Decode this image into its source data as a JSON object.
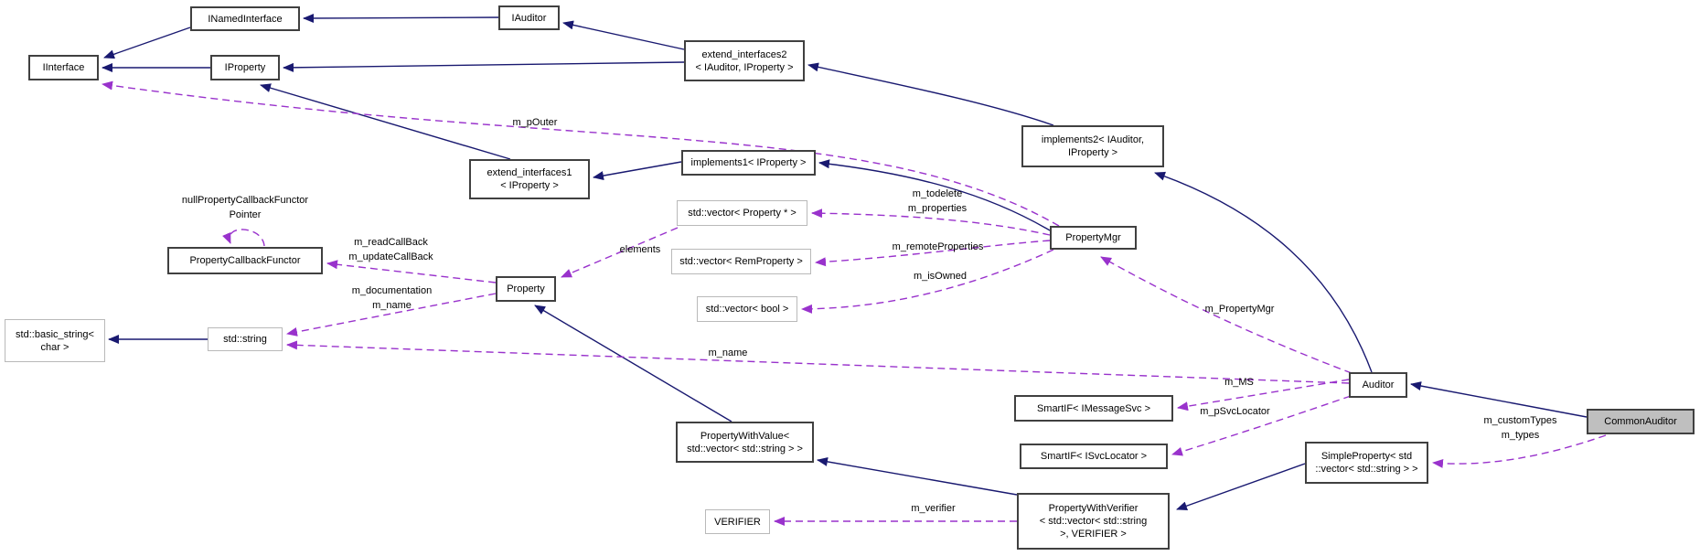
{
  "diagram": {
    "kind": "collaboration-graph",
    "colors": {
      "inheritance_edge": "#191970",
      "usage_edge": "#9932cc",
      "class_border": "#404040",
      "external_border": "#b9b9b9",
      "highlight_fill": "#bfbfbf",
      "background": "#ffffff"
    },
    "nodes": [
      {
        "id": "IInterface",
        "label": "IInterface",
        "kind": "class"
      },
      {
        "id": "INamedInterface",
        "label": "INamedInterface",
        "kind": "class"
      },
      {
        "id": "IAuditor",
        "label": "IAuditor",
        "kind": "class"
      },
      {
        "id": "IProperty",
        "label": "IProperty",
        "kind": "class"
      },
      {
        "id": "extend_interfaces2",
        "label": "extend_interfaces2\n< IAuditor, IProperty >",
        "kind": "class"
      },
      {
        "id": "implements2",
        "label": "implements2< IAuditor,\nIProperty >",
        "kind": "class"
      },
      {
        "id": "extend_interfaces1",
        "label": "extend_interfaces1\n< IProperty >",
        "kind": "class"
      },
      {
        "id": "implements1",
        "label": "implements1< IProperty >",
        "kind": "class"
      },
      {
        "id": "PropertyMgr",
        "label": "PropertyMgr",
        "kind": "class"
      },
      {
        "id": "vector_property",
        "label": "std::vector< Property * >",
        "kind": "external"
      },
      {
        "id": "vector_remproperty",
        "label": "std::vector< RemProperty >",
        "kind": "external"
      },
      {
        "id": "vector_bool",
        "label": "std::vector< bool >",
        "kind": "external"
      },
      {
        "id": "Property",
        "label": "Property",
        "kind": "class"
      },
      {
        "id": "PropertyCallbackFunctor",
        "label": "PropertyCallbackFunctor",
        "kind": "class"
      },
      {
        "id": "std_string",
        "label": "std::string",
        "kind": "external"
      },
      {
        "id": "std_basic_string",
        "label": "std::basic_string<\nchar >",
        "kind": "external"
      },
      {
        "id": "PropertyWithValue",
        "label": "PropertyWithValue<\nstd::vector< std::string > >",
        "kind": "class"
      },
      {
        "id": "VERIFIER",
        "label": "VERIFIER",
        "kind": "external"
      },
      {
        "id": "PropertyWithVerifier",
        "label": "PropertyWithVerifier\n< std::vector< std::string\n>, VERIFIER >",
        "kind": "class"
      },
      {
        "id": "SimpleProperty",
        "label": "SimpleProperty< std\n::vector< std::string > >",
        "kind": "class"
      },
      {
        "id": "SmartIF_IMessageSvc",
        "label": "SmartIF< IMessageSvc >",
        "kind": "class"
      },
      {
        "id": "SmartIF_ISvcLocator",
        "label": "SmartIF< ISvcLocator >",
        "kind": "class"
      },
      {
        "id": "Auditor",
        "label": "Auditor",
        "kind": "class"
      },
      {
        "id": "CommonAuditor",
        "label": "CommonAuditor",
        "kind": "highlight"
      }
    ],
    "edges": [
      {
        "id": "inh-inamed-iinterface",
        "from": "INamedInterface",
        "to": "IInterface",
        "style": "solid",
        "label": ""
      },
      {
        "id": "inh-iproperty-iinterface",
        "from": "IProperty",
        "to": "IInterface",
        "style": "solid",
        "label": ""
      },
      {
        "id": "inh-iauditor-inamed",
        "from": "IAuditor",
        "to": "INamedInterface",
        "style": "solid",
        "label": ""
      },
      {
        "id": "inh-extint2-iauditor",
        "from": "extend_interfaces2",
        "to": "IAuditor",
        "style": "solid",
        "label": ""
      },
      {
        "id": "inh-extint2-iproperty",
        "from": "extend_interfaces2",
        "to": "IProperty",
        "style": "solid",
        "label": ""
      },
      {
        "id": "inh-impl2-extint2",
        "from": "implements2",
        "to": "extend_interfaces2",
        "style": "solid",
        "label": ""
      },
      {
        "id": "inh-auditor-impl2",
        "from": "Auditor",
        "to": "implements2",
        "style": "solid",
        "label": ""
      },
      {
        "id": "inh-extint1-iproperty",
        "from": "extend_interfaces1",
        "to": "IProperty",
        "style": "solid",
        "label": ""
      },
      {
        "id": "inh-impl1-extint1",
        "from": "implements1",
        "to": "extend_interfaces1",
        "style": "solid",
        "label": ""
      },
      {
        "id": "inh-propmgr-impl1",
        "from": "PropertyMgr",
        "to": "implements1",
        "style": "solid",
        "label": ""
      },
      {
        "id": "inh-pwv-property",
        "from": "PropertyWithValue",
        "to": "Property",
        "style": "solid",
        "label": ""
      },
      {
        "id": "inh-pwverifier-pwv",
        "from": "PropertyWithVerifier",
        "to": "PropertyWithValue",
        "style": "solid",
        "label": ""
      },
      {
        "id": "inh-simpleprop-pwverifier",
        "from": "SimpleProperty",
        "to": "PropertyWithVerifier",
        "style": "solid",
        "label": ""
      },
      {
        "id": "inh-stdstring-basicstring",
        "from": "std_string",
        "to": "std_basic_string",
        "style": "solid",
        "label": ""
      },
      {
        "id": "inh-commonauditor-auditor",
        "from": "CommonAuditor",
        "to": "Auditor",
        "style": "solid",
        "label": ""
      },
      {
        "id": "use-propmgr-iinterface",
        "from": "PropertyMgr",
        "to": "IInterface",
        "style": "dashed",
        "label": "m_pOuter"
      },
      {
        "id": "use-auditor-propmgr",
        "from": "Auditor",
        "to": "PropertyMgr",
        "style": "dashed",
        "label": "m_PropertyMgr"
      },
      {
        "id": "use-propmgr-vecprop",
        "from": "PropertyMgr",
        "to": "vector_property",
        "style": "dashed",
        "label": "m_todelete\nm_properties"
      },
      {
        "id": "use-propmgr-vecrem",
        "from": "PropertyMgr",
        "to": "vector_remproperty",
        "style": "dashed",
        "label": "m_remoteProperties"
      },
      {
        "id": "use-propmgr-vecbool",
        "from": "PropertyMgr",
        "to": "vector_bool",
        "style": "dashed",
        "label": "m_isOwned"
      },
      {
        "id": "use-vecprop-property",
        "from": "vector_property",
        "to": "Property",
        "style": "dashed",
        "label": "elements"
      },
      {
        "id": "use-property-pcf",
        "from": "Property",
        "to": "PropertyCallbackFunctor",
        "style": "dashed",
        "label": "m_readCallBack\nm_updateCallBack"
      },
      {
        "id": "use-property-stdstring",
        "from": "Property",
        "to": "std_string",
        "style": "dashed",
        "label": "m_documentation\nm_name"
      },
      {
        "id": "use-auditor-stdstring",
        "from": "Auditor",
        "to": "std_string",
        "style": "dashed",
        "label": "m_name"
      },
      {
        "id": "use-auditor-smartifmsg",
        "from": "Auditor",
        "to": "SmartIF_IMessageSvc",
        "style": "dashed",
        "label": "m_MS"
      },
      {
        "id": "use-auditor-smartifsvc",
        "from": "Auditor",
        "to": "SmartIF_ISvcLocator",
        "style": "dashed",
        "label": "m_pSvcLocator"
      },
      {
        "id": "use-pwverifier-verifier",
        "from": "PropertyWithVerifier",
        "to": "VERIFIER",
        "style": "dashed",
        "label": "m_verifier"
      },
      {
        "id": "use-commonauditor-simpleprop",
        "from": "CommonAuditor",
        "to": "SimpleProperty",
        "style": "dashed",
        "label": "m_customTypes\nm_types"
      },
      {
        "id": "use-pcf-self",
        "from": "PropertyCallbackFunctor",
        "to": "PropertyCallbackFunctor",
        "style": "dashed",
        "label": "nullPropertyCallbackFunctor\nPointer"
      }
    ]
  }
}
